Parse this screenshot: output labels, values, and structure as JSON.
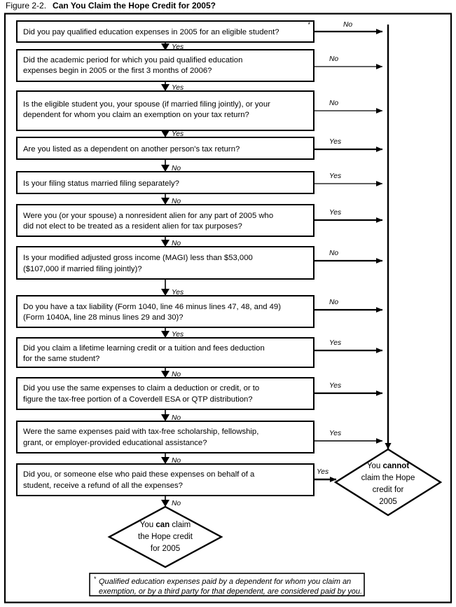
{
  "figure": {
    "number_label": "Figure 2-2.",
    "title": "Can You Claim the Hope Credit for 2005?"
  },
  "colors": {
    "stroke": "#000000",
    "background": "#ffffff",
    "text": "#000000"
  },
  "decision_boxes": [
    {
      "id": "q1",
      "lines": [
        "Did you pay qualified education expenses in 2005 for an eligible student?"
      ],
      "has_footnote_marker": true,
      "side_label": "No",
      "down_label": "Yes"
    },
    {
      "id": "q2",
      "lines": [
        "Did the academic period for which you paid qualified education",
        "expenses begin in 2005 or the first 3 months of 2006?"
      ],
      "has_footnote_marker": false,
      "side_label": "No",
      "down_label": "Yes"
    },
    {
      "id": "q3",
      "lines": [
        "Is the eligible student you, your spouse (if married filing jointly), or your",
        "dependent for whom you claim an exemption on your tax return?"
      ],
      "has_footnote_marker": false,
      "side_label": "No",
      "down_label": "Yes"
    },
    {
      "id": "q4",
      "lines": [
        "Are you listed as a dependent on another person's tax return?"
      ],
      "has_footnote_marker": false,
      "side_label": "Yes",
      "down_label": "No"
    },
    {
      "id": "q5",
      "lines": [
        "Is your filing status married filing separately?"
      ],
      "has_footnote_marker": false,
      "side_label": "Yes",
      "down_label": "No"
    },
    {
      "id": "q6",
      "lines": [
        "Were you (or your spouse) a nonresident alien for any part of 2005 who",
        "did not elect to be treated as a resident alien for tax purposes?"
      ],
      "has_footnote_marker": false,
      "side_label": "Yes",
      "down_label": "No"
    },
    {
      "id": "q7",
      "lines": [
        "Is your modified adjusted gross income (MAGI) less than $53,000",
        "($107,000 if married filing jointly)?"
      ],
      "has_footnote_marker": false,
      "side_label": "No",
      "down_label": "Yes"
    },
    {
      "id": "q8",
      "lines": [
        "Do you have a tax liability (Form 1040, line 46 minus lines 47, 48, and 49)",
        "(Form 1040A, line 28 minus lines 29 and 30)?"
      ],
      "has_footnote_marker": false,
      "side_label": "No",
      "down_label": "Yes"
    },
    {
      "id": "q9",
      "lines": [
        "Did you claim a lifetime learning credit or a tuition and fees deduction",
        "for the same student?"
      ],
      "has_footnote_marker": false,
      "side_label": "Yes",
      "down_label": "No"
    },
    {
      "id": "q10",
      "lines": [
        "Did you use the same expenses to claim a deduction or credit, or to",
        "figure the tax-free portion of a Coverdell ESA or QTP distribution?"
      ],
      "has_footnote_marker": false,
      "side_label": "Yes",
      "down_label": "No"
    },
    {
      "id": "q11",
      "lines": [
        "Were the same expenses paid with tax-free scholarship, fellowship,",
        "grant, or employer-provided educational assistance?"
      ],
      "has_footnote_marker": false,
      "side_label": "Yes",
      "down_label": "No"
    },
    {
      "id": "q12",
      "lines": [
        "Did you, or someone else who paid these expenses on behalf of a",
        "student, receive a refund of all the expenses?"
      ],
      "has_footnote_marker": false,
      "side_label": "Yes",
      "down_label": "No"
    }
  ],
  "outcomes": {
    "negative": {
      "id": "cannot-claim",
      "lines": [
        {
          "pre": "You ",
          "bold": "cannot",
          "post": ""
        },
        {
          "pre": "claim the Hope",
          "bold": "",
          "post": ""
        },
        {
          "pre": "credit for",
          "bold": "",
          "post": ""
        },
        {
          "pre": "2005",
          "bold": "",
          "post": ""
        }
      ]
    },
    "positive": {
      "id": "can-claim",
      "lines": [
        {
          "pre": "You ",
          "bold": "can",
          "post": " claim"
        },
        {
          "pre": "the Hope credit",
          "bold": "",
          "post": ""
        },
        {
          "pre": "for 2005",
          "bold": "",
          "post": ""
        }
      ]
    }
  },
  "footnote": {
    "marker": "*",
    "lines": [
      "Qualified education expenses paid by a dependent for whom you claim an",
      "exemption, or by a third party for that dependent, are considered paid by you."
    ]
  }
}
